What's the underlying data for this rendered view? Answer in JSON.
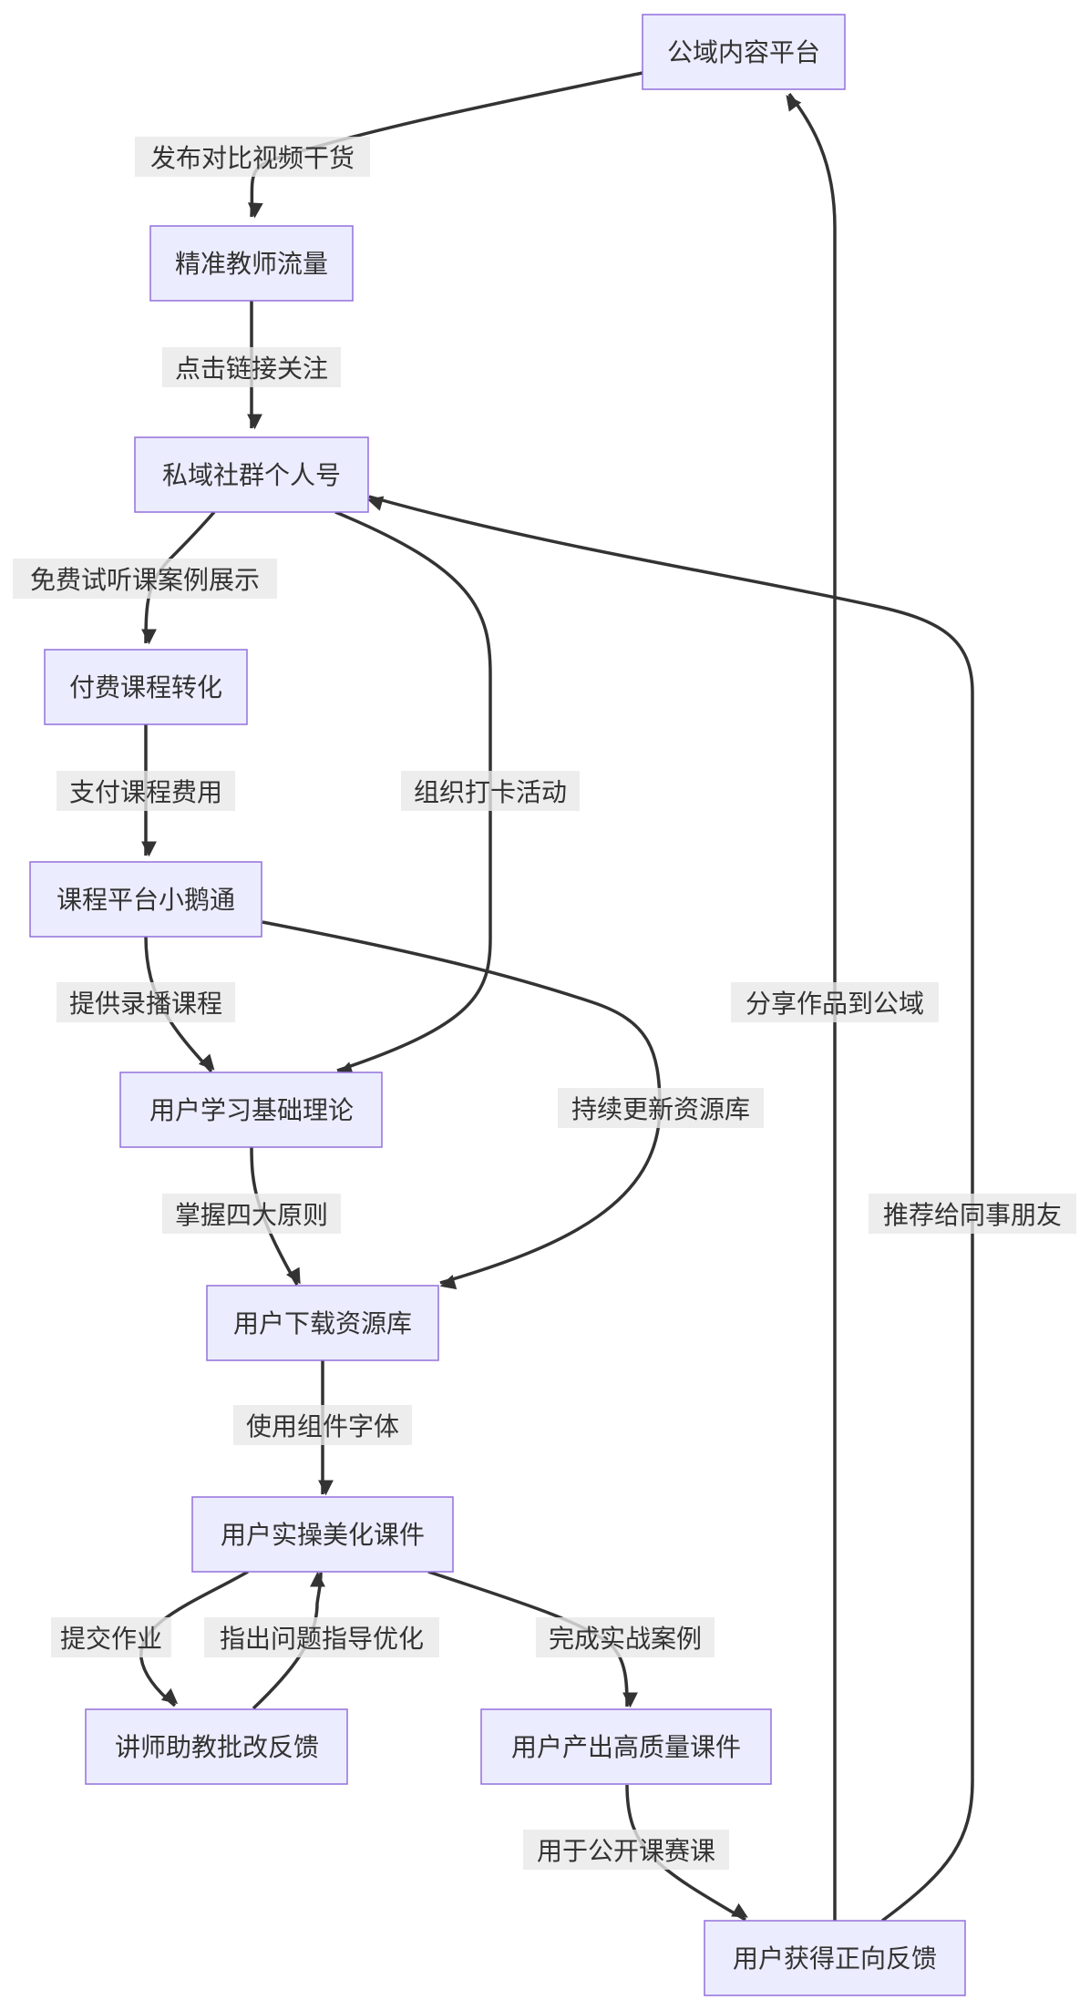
{
  "nodes": {
    "public_platform": "公域内容平台",
    "teacher_traffic": "精准教师流量",
    "private_community": "私域社群个人号",
    "paid_conversion": "付费课程转化",
    "course_platform": "课程平台小鹅通",
    "learn_theory": "用户学习基础理论",
    "download_library": "用户下载资源库",
    "practice_beautify": "用户实操美化课件",
    "instructor_review": "讲师助教批改反馈",
    "produce_courseware": "用户产出高质量课件",
    "positive_feedback": "用户获得正向反馈"
  },
  "edges": {
    "e1": "发布对比视频干货",
    "e2": "点击链接关注",
    "e3": "免费试听课案例展示",
    "e4": "组织打卡活动",
    "e5": "支付课程费用",
    "e6": "提供录播课程",
    "e7": "持续更新资源库",
    "e8": "掌握四大原则",
    "e9": "使用组件字体",
    "e10": "提交作业",
    "e11": "指出问题指导优化",
    "e12": "完成实战案例",
    "e13": "用于公开课赛课",
    "e14": "分享作品到公域",
    "e15": "推荐给同事朋友"
  }
}
